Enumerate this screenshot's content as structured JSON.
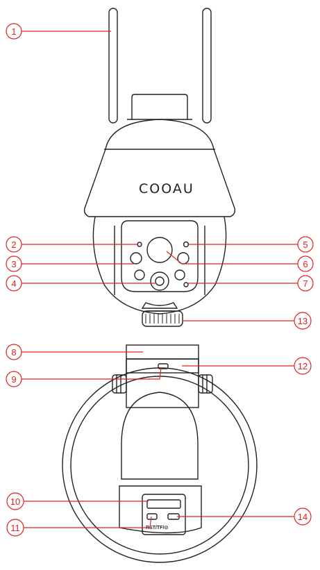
{
  "brand_logo": "COOAU",
  "port_label": "RST/TF/⊙",
  "accent_color": "#e32222",
  "line_color": "#222222",
  "callouts": [
    {
      "number": "1",
      "side": "left"
    },
    {
      "number": "2",
      "side": "left"
    },
    {
      "number": "3",
      "side": "left"
    },
    {
      "number": "4",
      "side": "left"
    },
    {
      "number": "5",
      "side": "right"
    },
    {
      "number": "6",
      "side": "right"
    },
    {
      "number": "7",
      "side": "right"
    },
    {
      "number": "8",
      "side": "left"
    },
    {
      "number": "9",
      "side": "left"
    },
    {
      "number": "10",
      "side": "left"
    },
    {
      "number": "11",
      "side": "left"
    },
    {
      "number": "12",
      "side": "right"
    },
    {
      "number": "13",
      "side": "right"
    },
    {
      "number": "14",
      "side": "right"
    }
  ]
}
